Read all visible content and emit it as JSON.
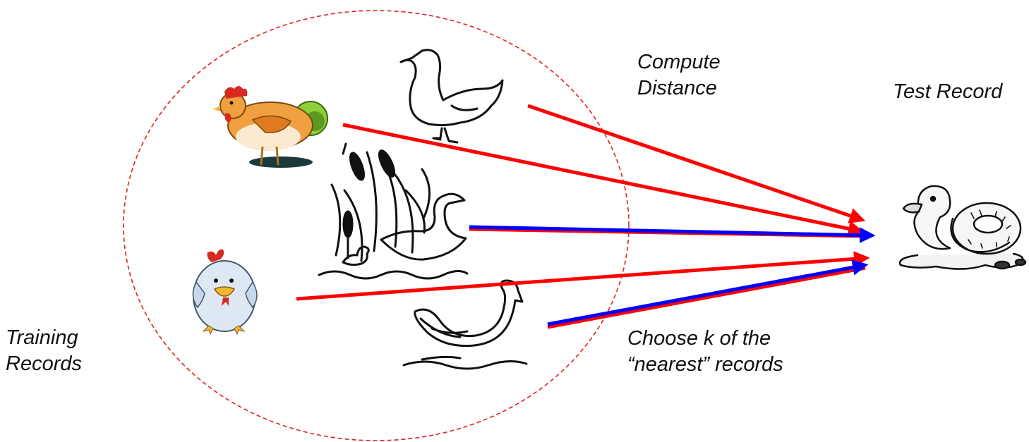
{
  "labels": {
    "compute": [
      "Compute",
      "Distance"
    ],
    "test_record": "Test Record",
    "training": [
      "Training",
      "Records"
    ],
    "choose": [
      "Choose k of the",
      "“nearest” records"
    ]
  },
  "colors": {
    "circle": "#e02020",
    "distance_arrow": "#ff0000",
    "nearest_arrow": "#0000ff",
    "chicken_body": "#f0a040",
    "chick_body": "#dde8f4",
    "comb": "#d62a1e",
    "beak": "#f5b82e",
    "ink": "#111111"
  },
  "icons": {
    "training": [
      "hen-icon",
      "goose-icon",
      "ducks-cattails-icon",
      "chick-icon",
      "swan-icon"
    ],
    "test": "rubber-duck-icon"
  },
  "arrows": [
    {
      "from": "goose-icon",
      "nearest": false
    },
    {
      "from": "hen-icon",
      "nearest": false
    },
    {
      "from": "ducks-cattails-icon",
      "nearest": true
    },
    {
      "from": "chick-icon",
      "nearest": false
    },
    {
      "from": "swan-icon",
      "nearest": true
    }
  ]
}
